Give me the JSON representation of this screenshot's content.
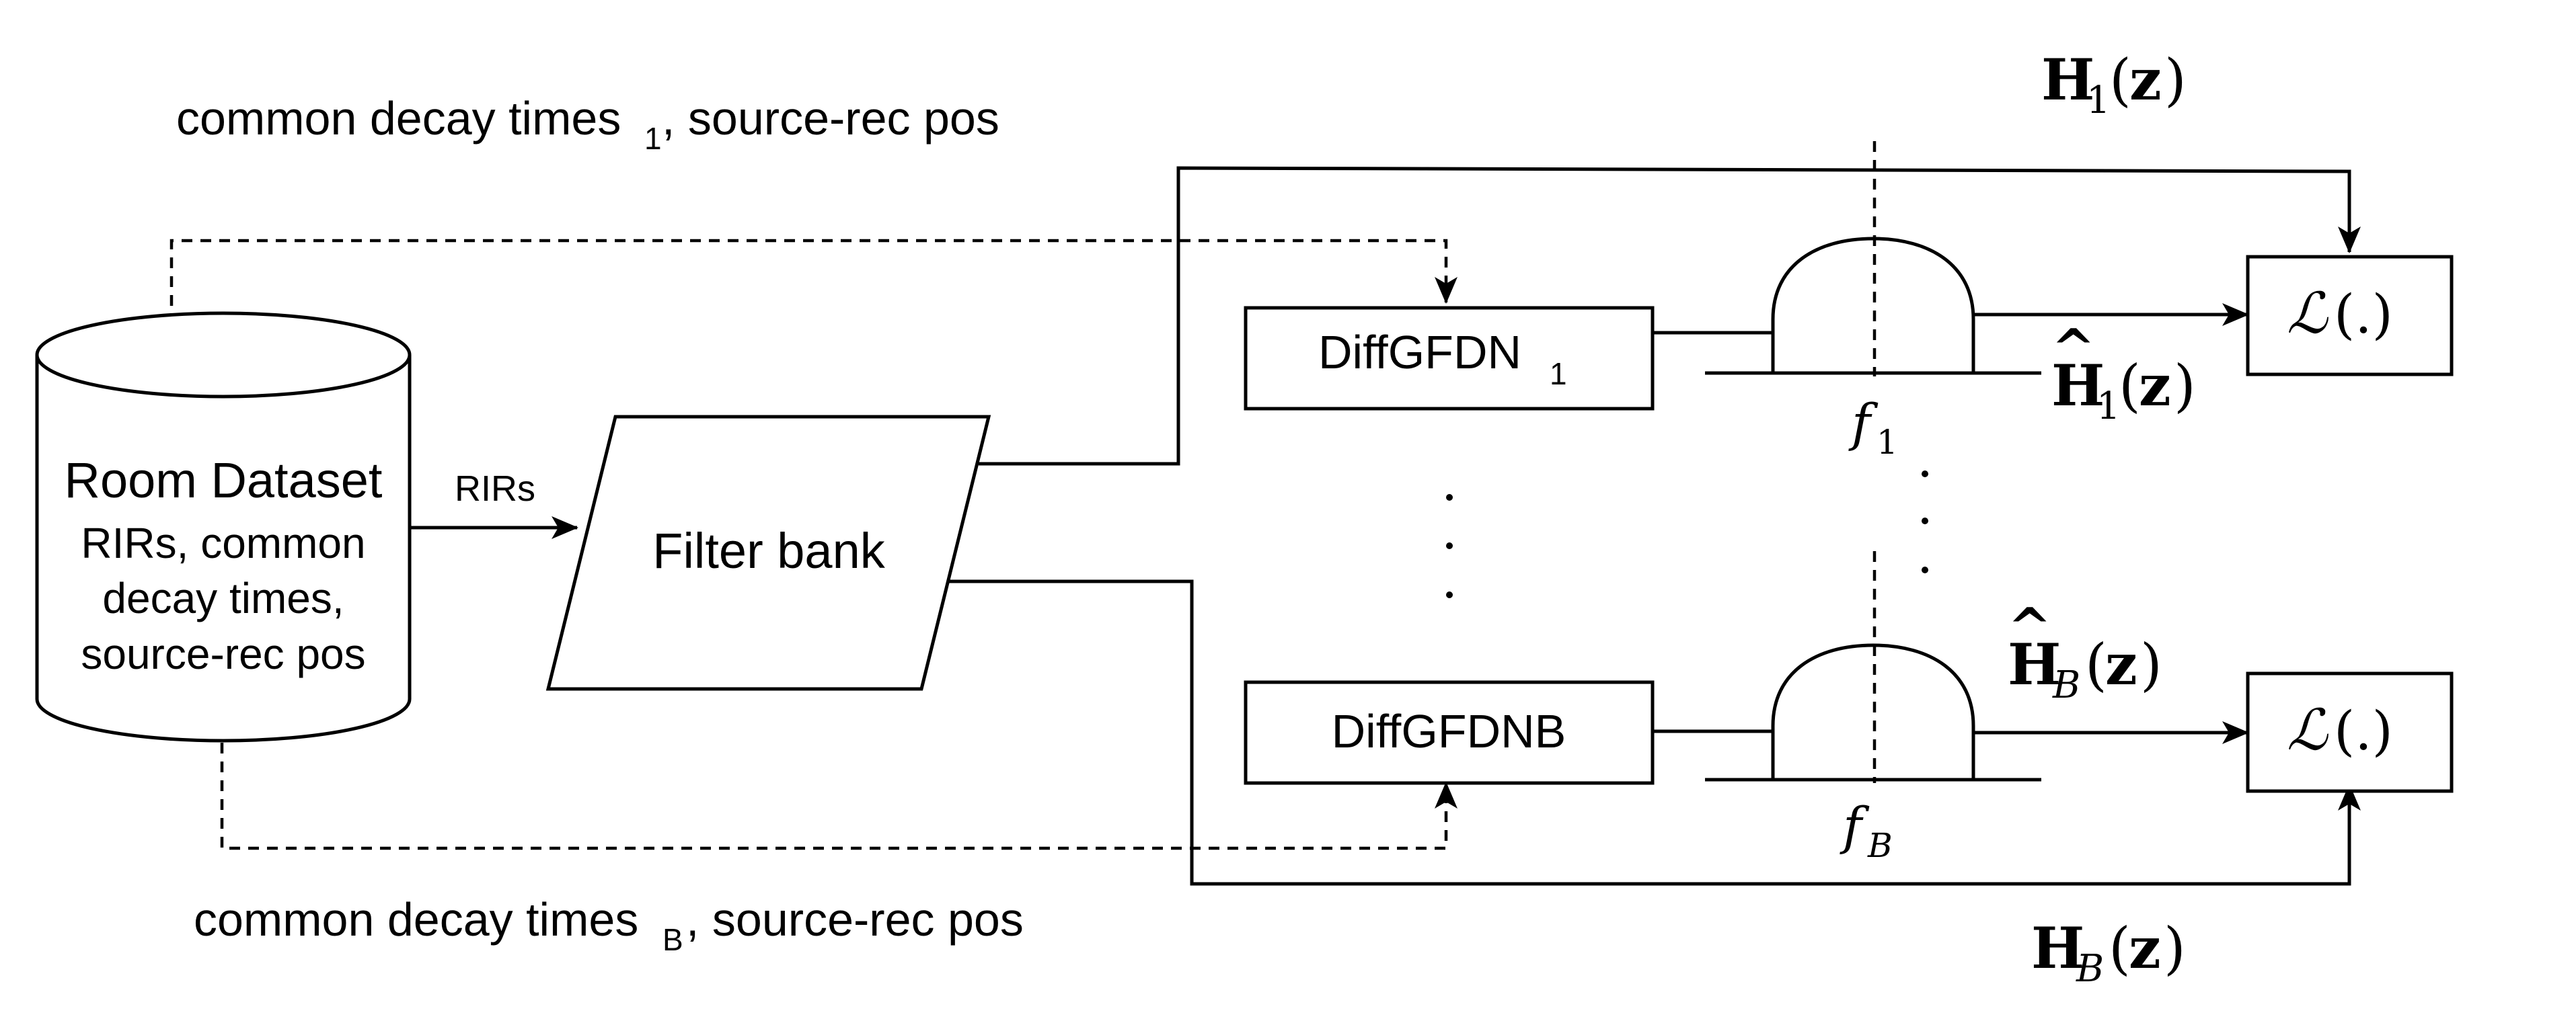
{
  "annotations": {
    "top_label_main": "common decay times",
    "top_label_sub": "1",
    "top_label_tail": ", source-rec pos",
    "bottom_label_main": "common decay times",
    "bottom_label_sub": "B",
    "bottom_label_tail": ", source-rec pos",
    "rirs_arrow_label": "RIRs"
  },
  "room_dataset": {
    "title": "Room Dataset",
    "line1": "RIRs, common",
    "line2": "decay times,",
    "line3": "source-rec pos"
  },
  "filter_bank": {
    "label": "Filter bank"
  },
  "diffgfdn_1": {
    "label": "DiffGFDN",
    "sub": "1"
  },
  "diffgfdn_b": {
    "label": "DiffGFDNB"
  },
  "math": {
    "H": "H",
    "z": "z",
    "paren_open": "(",
    "paren_close": ")",
    "hat": "^",
    "sub_1": "1",
    "sub_B": "B",
    "f": "f"
  },
  "loss": {
    "symbol": "ℒ",
    "arg": "(.)"
  },
  "ellipsis": {
    "dot": "·"
  }
}
